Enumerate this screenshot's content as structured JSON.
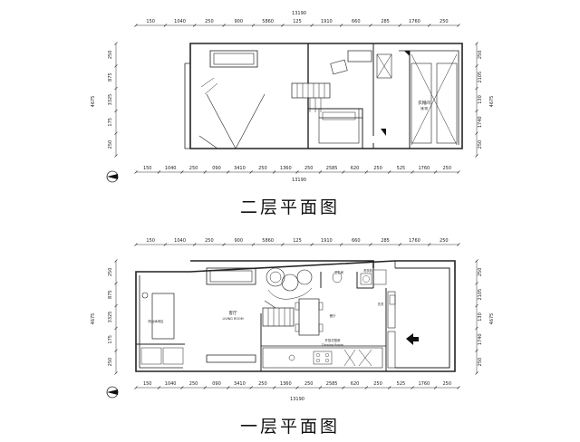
{
  "titles": {
    "upper": "二层平面图",
    "lower": "一层平面图"
  },
  "floors": [
    {
      "id": "upper",
      "top_dims": [
        "150",
        "1040",
        "250",
        "900",
        "5860",
        "125",
        "1910",
        "660",
        "285",
        "1760",
        "250"
      ],
      "bottom_dims": [
        "150",
        "1040",
        "250",
        "090",
        "3410",
        "250",
        "1360",
        "250",
        "2585",
        "620",
        "250",
        "525",
        "1760",
        "250"
      ],
      "total": "13190",
      "left_dims": [
        "250",
        "875",
        "3325",
        "175",
        "250"
      ],
      "left_total": "4675",
      "right_dims": [
        "250",
        "2105",
        "130",
        "1740",
        "250"
      ],
      "right_total": "4675",
      "rooms": [
        {
          "label": "衣帽间"
        },
        {
          "label": "储 物"
        }
      ]
    },
    {
      "id": "lower",
      "top_dims": [
        "150",
        "1040",
        "250",
        "900",
        "5860",
        "125",
        "1910",
        "660",
        "285",
        "1760",
        "250"
      ],
      "bottom_dims": [
        "150",
        "1040",
        "250",
        "090",
        "3410",
        "250",
        "1360",
        "250",
        "2585",
        "620",
        "250",
        "525",
        "1760",
        "250"
      ],
      "total": "13190",
      "left_dims": [
        "250",
        "875",
        "3325",
        "175",
        "250"
      ],
      "left_total": "4675",
      "right_dims": [
        "250",
        "2105",
        "130",
        "1740",
        "250"
      ],
      "right_total": "4675",
      "rooms": [
        {
          "label": "客厅"
        },
        {
          "label": "LIVING ROOM"
        },
        {
          "label": "阳台休闲区"
        },
        {
          "label": "餐厅"
        },
        {
          "label": "开放式厨房"
        },
        {
          "label": "Dinning Room"
        },
        {
          "label": "卫生间"
        },
        {
          "label": "玄关"
        },
        {
          "label": "洗衣机"
        }
      ]
    }
  ]
}
